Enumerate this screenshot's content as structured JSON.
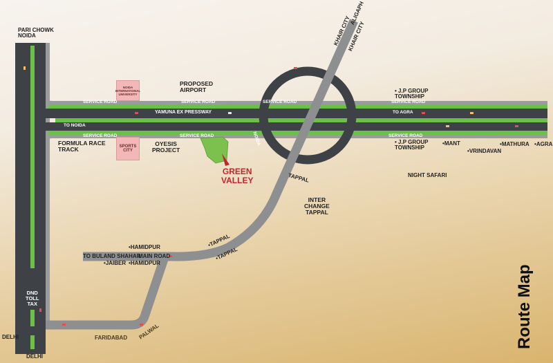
{
  "title": "Route Map",
  "colors": {
    "road_dark": "#3e4145",
    "road_gray": "#8e8f90",
    "median_green": "#6cc04a",
    "highlight_red": "#c0272d",
    "land_green": "#7cc04e"
  },
  "labels": {
    "pari_chowk": "PARI CHOWK\nNOIDA",
    "proposed_airport": "PROPOSED\nAIRPORT",
    "noida_university": "NOIDA INTERNATIONAL UNIVERSITY",
    "sports_city": "SPORTS CITY",
    "formula_race_track": "FORMULA RACE\nTRACK",
    "oyesis_project": "OYESIS\nPROJECT",
    "green_valley": "GREEN\nVALLEY",
    "service_road": "SERVICE ROAD",
    "yamuna_expressway": "YAMUNA EX PRESSWAY",
    "to_noida": "TO NOIDA",
    "to_agra": "TO AGRA",
    "noida_ring": "NOIDA",
    "tappal_ring": "TAPPAL",
    "khair_city_1": "KHAIR CITY",
    "khair_city_2": "KHAIR CITY",
    "aligarh": "ALIGAPH",
    "jp_group_top": "J.P GROUP\nTOWNSHIP",
    "jp_group_bottom": "J.P GROUP\nTOWNSHIP",
    "mant": "MANT",
    "vrindavan": "VRINDAVAN",
    "mathura": "MATHURA",
    "agra": "AGRA",
    "night_safari": "NIGHT SAFARI",
    "inter_change": "INTER\nCHANGE\nTAPPAL",
    "tappal_1": "TAPPAL",
    "tappal_2": "TAPPAL",
    "hamidpur_1": "HAMIDPUR",
    "hamidpur_2": "HAMIDPUR",
    "jaiber": "JAIBER",
    "to_buland_shahar": "TO BULAND SHAHAR",
    "main_road": "MAIN ROAD",
    "dnd_toll_tax": "DND\nTOLL\nTAX",
    "delhi_left": "DELHI",
    "delhi_bottom": "DELHI",
    "faridabad": "FARIDABAD",
    "palwal": "PALWAL"
  }
}
